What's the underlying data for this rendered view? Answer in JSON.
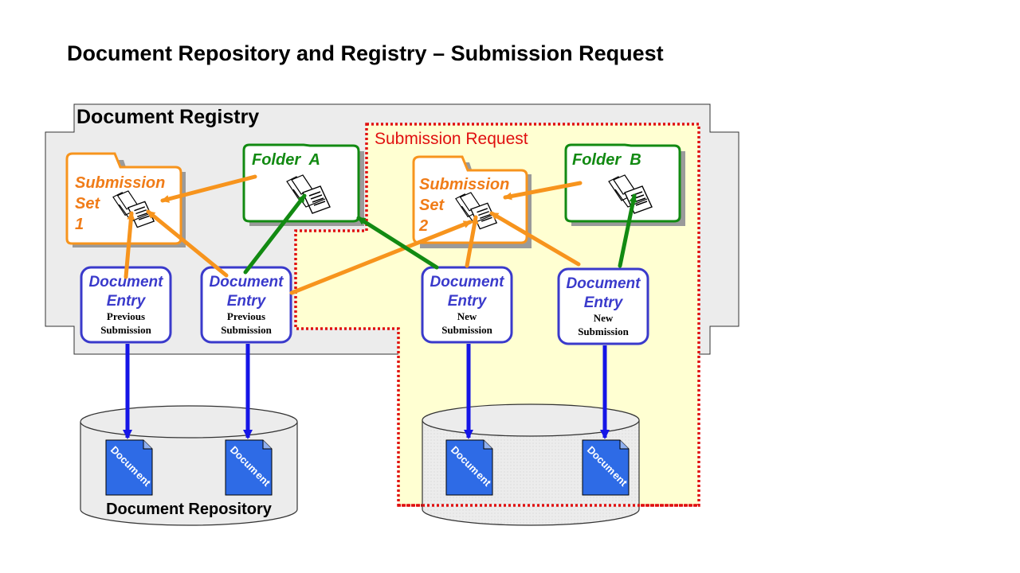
{
  "title": "Document Repository and Registry – Submission Request",
  "registry_label": "Document Registry",
  "submission_request_label": "Submission Request",
  "repository_label": "Document Repository",
  "submission_sets": [
    {
      "line1": "Submission",
      "line2": "Set",
      "line3": "1"
    },
    {
      "line1": "Submission",
      "line2": "Set",
      "line3": "2"
    }
  ],
  "folders": [
    {
      "label": "Folder  A"
    },
    {
      "label": "Folder  B"
    }
  ],
  "entries": [
    {
      "line1": "Document",
      "line2": "Entry",
      "sub1": "Previous",
      "sub2": "Submission"
    },
    {
      "line1": "Document",
      "line2": "Entry",
      "sub1": "Previous",
      "sub2": "Submission"
    },
    {
      "line1": "Document",
      "line2": "Entry",
      "sub1": "New",
      "sub2": "Submission"
    },
    {
      "line1": "Document",
      "line2": "Entry",
      "sub1": "New",
      "sub2": "Submission"
    }
  ],
  "documents": [
    {
      "line1": "Docum",
      "line2": "ent"
    },
    {
      "line1": "Docum",
      "line2": "ent"
    },
    {
      "line1": "Docum",
      "line2": "ent"
    },
    {
      "line1": "Docum",
      "line2": "ent"
    }
  ],
  "colors": {
    "orange": "#f7941d",
    "orange_text": "#f07c18",
    "green": "#128a12",
    "blue": "#3a3acb",
    "arrow_blue": "#1515e6",
    "red_dash": "#e01010",
    "registry_fill": "#ececec",
    "request_fill": "#ffffd2",
    "doc_fill": "#2e6be6"
  }
}
